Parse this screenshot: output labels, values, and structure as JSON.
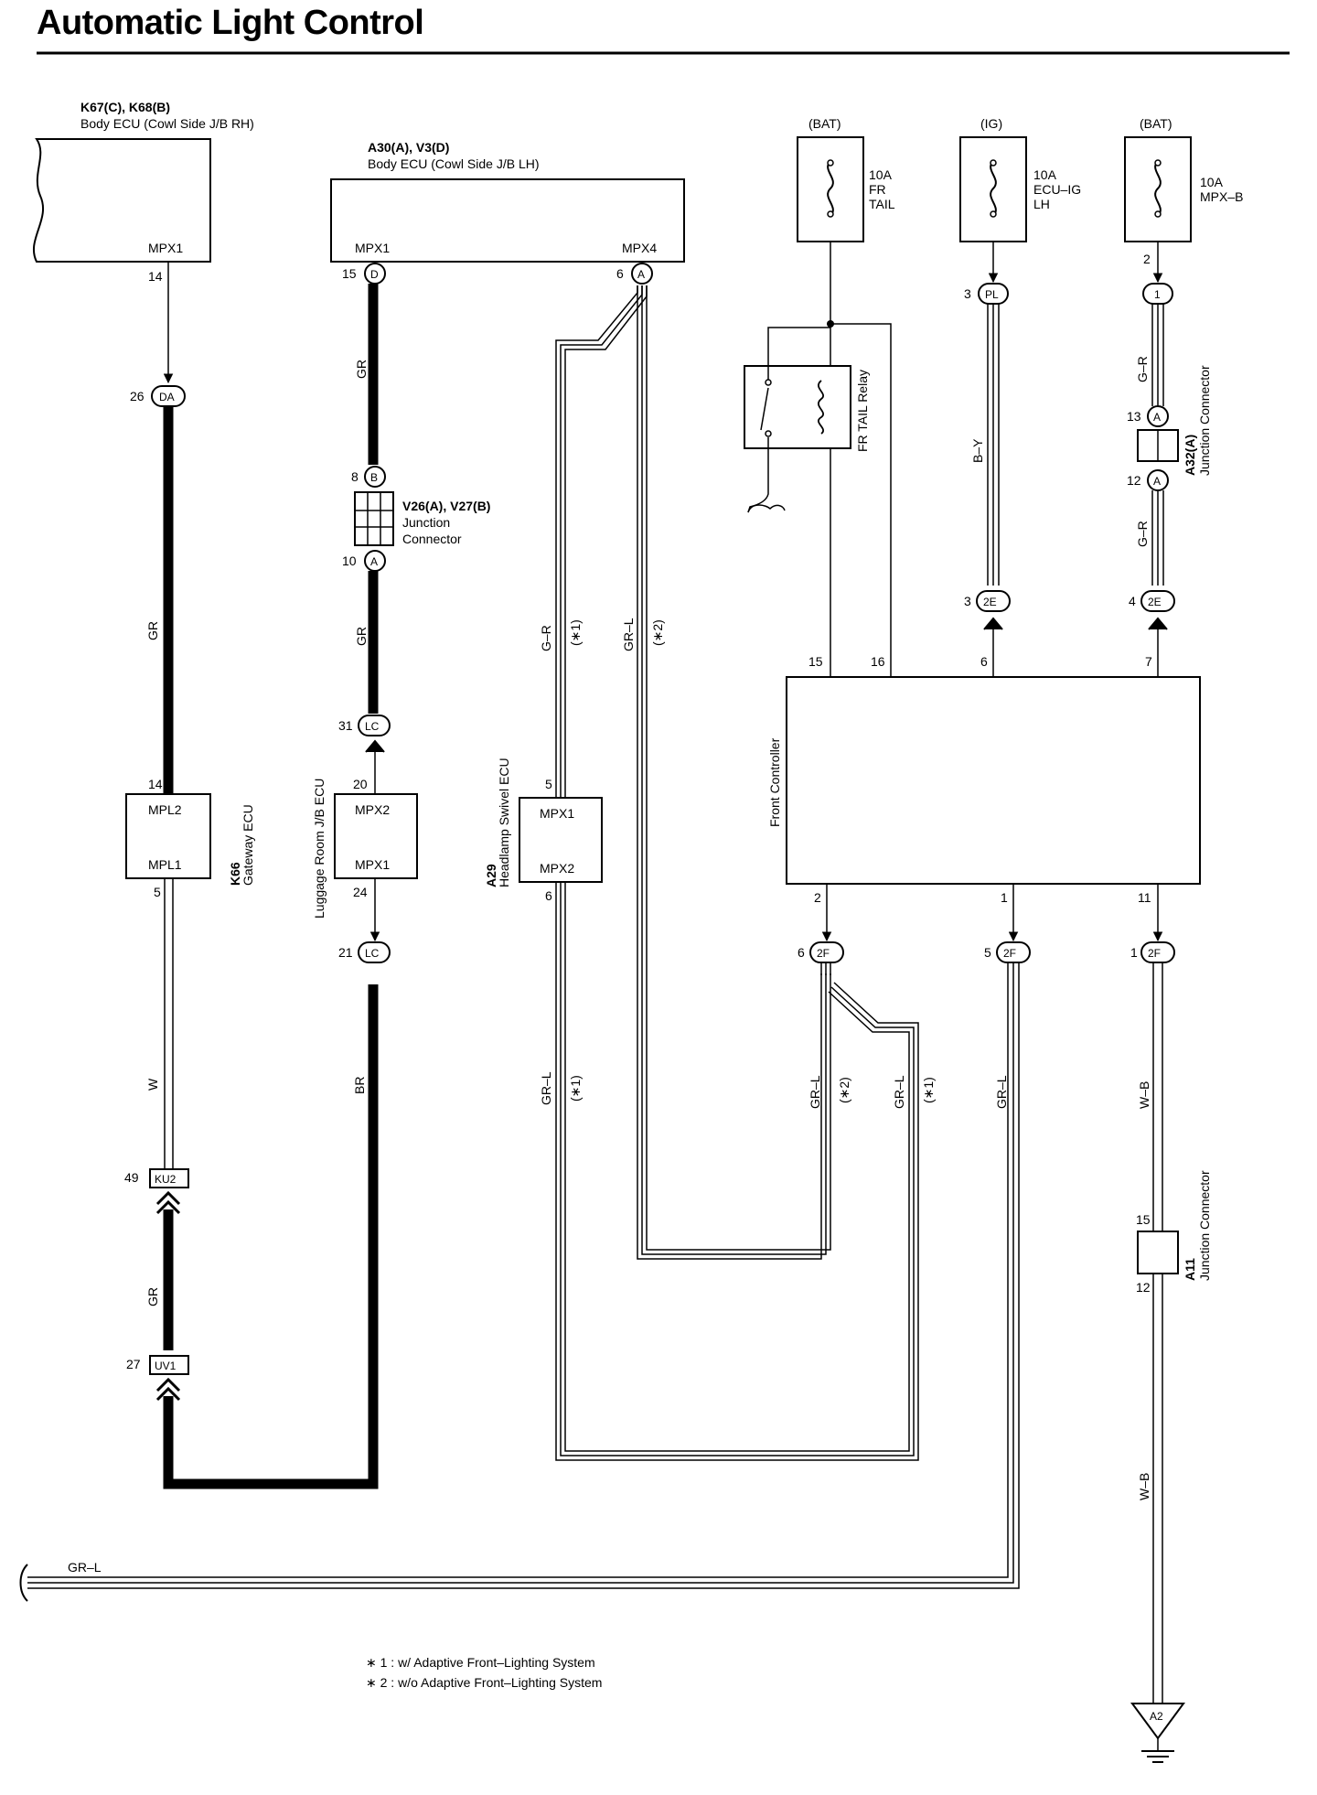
{
  "title": "Automatic Light Control",
  "components": {
    "body_ecu_rh": {
      "id": "K67(C), K68(B)",
      "name": "Body ECU (Cowl Side J/B RH)",
      "pin_name": "MPX1"
    },
    "body_ecu_lh": {
      "id": "A30(A), V3(D)",
      "name": "Body ECU (Cowl Side J/B LH)",
      "pin_left": "MPX1",
      "pin_right": "MPX4"
    },
    "fuse_fr_tail": {
      "source": "(BAT)",
      "rating": "10A",
      "line1": "FR",
      "line2": "TAIL"
    },
    "fuse_ecu_ig": {
      "source": "(IG)",
      "rating": "10A",
      "line1": "ECU–IG",
      "line2": "LH"
    },
    "fuse_mpx_b": {
      "source": "(BAT)",
      "rating": "10A",
      "line1": "MPX–B"
    },
    "fr_tail_relay": {
      "name": "FR TAIL Relay"
    },
    "junction_v26": {
      "id": "V26(A), V27(B)",
      "line1": "Junction",
      "line2": "Connector"
    },
    "junction_a32": {
      "id": "A32(A)",
      "name": "Junction Connector"
    },
    "junction_a11": {
      "id": "A11",
      "name": "Junction Connector"
    },
    "gateway_ecu": {
      "id": "K66",
      "name": "Gateway ECU",
      "pin_top": "MPL2",
      "pin_bottom": "MPL1"
    },
    "luggage_ecu": {
      "name": "Luggage Room J/B ECU",
      "pin_top": "MPX2",
      "pin_bottom": "MPX1"
    },
    "headlamp_ecu": {
      "id": "A29",
      "name": "Headlamp Swivel ECU",
      "pin_top": "MPX1",
      "pin_bottom": "MPX2"
    },
    "front_controller": {
      "name": "Front Controller"
    },
    "ground": {
      "id": "A2"
    }
  },
  "connectors": {
    "da": "DA",
    "d": "D",
    "a": "A",
    "b": "B",
    "lc": "LC",
    "pl": "PL",
    "one": "1",
    "e2": "2E",
    "f2": "2F",
    "ku2": "KU2",
    "uv1": "UV1"
  },
  "pins": {
    "p14": "14",
    "p26": "26",
    "p15": "15",
    "p6": "6",
    "p8": "8",
    "p10": "10",
    "p31": "31",
    "p20": "20",
    "p24": "24",
    "p21": "21",
    "p5": "5",
    "p49": "49",
    "p27": "27",
    "p3": "3",
    "p2": "2",
    "p13": "13",
    "p12": "12",
    "p4": "4",
    "p16": "16",
    "p7": "7",
    "p1": "1",
    "p11": "11"
  },
  "wires": {
    "gr": "GR",
    "br": "BR",
    "w": "W",
    "gr_r": "G–R",
    "gr_l": "GR–L",
    "b_y": "B–Y",
    "w_b": "W–B",
    "note1": "(∗1)",
    "note2": "(∗2)"
  },
  "footnotes": {
    "note1": "∗ 1 : w/ Adaptive Front–Lighting System",
    "note2": "∗ 2 : w/o Adaptive Front–Lighting System"
  }
}
